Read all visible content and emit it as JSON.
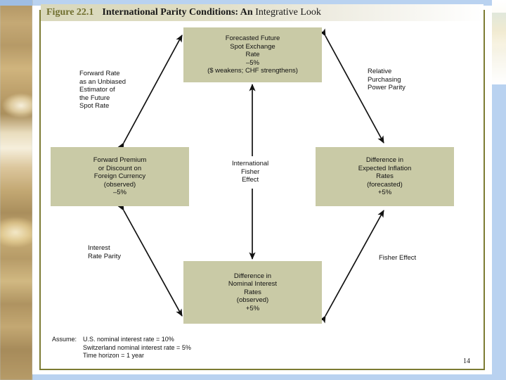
{
  "slide": {
    "figure_number": "Figure 22.1",
    "title_bold": "International Parity Conditions: An",
    "title_light": " Integrative Look",
    "page_number": "14",
    "accent_color": "#7c7b33",
    "box_fill_color": "#c9caa6",
    "title_band_color": "#d9d8bc",
    "background_color": "#b9d2f0"
  },
  "diagram": {
    "type": "integrative-parity-diamond",
    "boxes": {
      "top": {
        "name": "forecasted-future-spot-exchange-rate",
        "lines": [
          "Forecasted Future",
          "Spot Exchange",
          "Rate",
          "–5%",
          "($ weakens; CHF strengthens)"
        ]
      },
      "left": {
        "name": "forward-premium-or-discount",
        "lines": [
          "Forward Premium",
          "or Discount on",
          "Foreign Currency",
          "(observed)",
          "–5%"
        ]
      },
      "right": {
        "name": "difference-in-expected-inflation-rates",
        "lines": [
          "Difference in",
          "Expected Inflation",
          "Rates",
          "(forecasted)",
          "+5%"
        ]
      },
      "bottom": {
        "name": "difference-in-nominal-interest-rates",
        "lines": [
          "Difference in",
          "Nominal Interest",
          "Rates",
          "(observed)",
          "+5%"
        ]
      }
    },
    "edge_labels": {
      "forward_rate_unbiased": [
        "Forward Rate",
        "as an Unbiased",
        "Estimator of",
        "the Future",
        "Spot Rate"
      ],
      "relative_purchasing_power_parity": [
        "Relative",
        "Purchasing",
        "Power Parity"
      ],
      "international_fisher_effect": [
        "International",
        "Fisher",
        "Effect"
      ],
      "interest_rate_parity": [
        "Interest",
        "Rate Parity"
      ],
      "fisher_effect": [
        "Fisher Effect"
      ]
    }
  },
  "assumptions": {
    "lead": "Assume:",
    "lines": [
      "U.S. nominal interest rate = 10%",
      "Switzerland nominal interest rate = 5%",
      "Time horizon = 1 year"
    ]
  }
}
